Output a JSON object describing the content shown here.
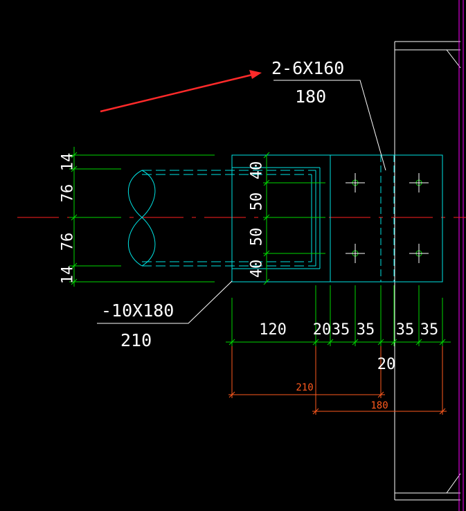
{
  "colors": {
    "background": "#000000",
    "steel": "#00e5e5",
    "dimension": "#00d800",
    "annotation": "#ffffff",
    "leader_white": "#ffffff",
    "red_dim": "#ff5a1e",
    "axis": "#ff2020",
    "magenta": "#ff00ff",
    "arrow": "#ff2a2a"
  },
  "labels": {
    "plate_callout": {
      "spec": "2-6X160",
      "length": "180"
    },
    "cleat_callout": {
      "spec": "-10X180",
      "length": "210"
    }
  },
  "dimensions": {
    "left_vertical": [
      "14",
      "76",
      "76",
      "14"
    ],
    "hole_spacing_vertical": [
      "40",
      "50",
      "50",
      "40"
    ],
    "bottom_horizontal": [
      "120",
      "20",
      "35",
      "35",
      "35",
      "35"
    ],
    "gap_below": "20",
    "red_dims": [
      "210",
      "180"
    ]
  }
}
